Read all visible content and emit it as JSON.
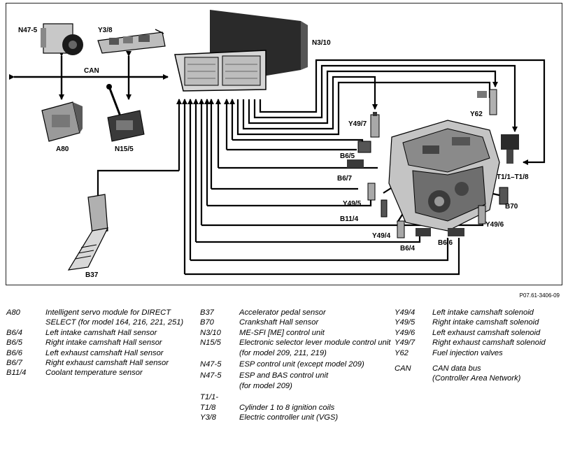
{
  "figure_ref": "P07.61-3406-09",
  "labels": {
    "n47_5": "N47-5",
    "y3_8": "Y3/8",
    "n3_10": "N3/10",
    "can": "CAN",
    "a80": "A80",
    "n15_5": "N15/5",
    "y49_7": "Y49/7",
    "y62": "Y62",
    "b6_5": "B6/5",
    "b6_7": "B6/7",
    "t1": "T1/1–T1/8",
    "y49_5": "Y49/5",
    "b70": "B70",
    "b11_4": "B11/4",
    "y49_6": "Y49/6",
    "y49_4": "Y49/4",
    "b6_4": "B6/4",
    "b6_6": "B6/6",
    "b37": "B37"
  },
  "legend": {
    "col1": [
      {
        "code": "A80",
        "desc": "Intelligent servo module for DIRECT SELECT (for model 164, 216, 221, 251)"
      },
      {
        "code": "B6/4",
        "desc": "Left intake camshaft Hall sensor"
      },
      {
        "code": "B6/5",
        "desc": "Right intake camshaft Hall sensor"
      },
      {
        "code": "B6/6",
        "desc": "Left exhaust camshaft Hall sensor"
      },
      {
        "code": "B6/7",
        "desc": "Right exhaust camshaft Hall sensor"
      },
      {
        "code": "B11/4",
        "desc": "Coolant temperature sensor"
      }
    ],
    "col2": [
      {
        "code": "B37",
        "desc": "Accelerator pedal sensor"
      },
      {
        "code": "B70",
        "desc": "Crankshaft Hall sensor"
      },
      {
        "code": "N3/10",
        "desc": "ME-SFI [ME] control unit"
      },
      {
        "code": "N15/5",
        "desc": "Electronic selector lever module control unit",
        "desc2": "(for model 209, 211, 219)"
      },
      {
        "code": "N47-5",
        "desc": "ESP control unit (except model 209)"
      },
      {
        "code": "N47-5",
        "desc": "ESP and BAS control unit",
        "desc2": "(for model 209)"
      },
      {
        "code": "T1/1-",
        "desc": ""
      },
      {
        "code": "T1/8",
        "desc": "Cylinder 1 to 8 ignition coils"
      },
      {
        "code": "Y3/8",
        "desc": "Electric controller unit (VGS)"
      }
    ],
    "col3": [
      {
        "code": "Y49/4",
        "desc": "Left intake camshaft solenoid"
      },
      {
        "code": "Y49/5",
        "desc": "Right intake camshaft solenoid"
      },
      {
        "code": "Y49/6",
        "desc": "Left exhaust camshaft solenoid"
      },
      {
        "code": "Y49/7",
        "desc": "Right exhaust camshaft solenoid"
      },
      {
        "code": "Y62",
        "desc": "Fuel injection valves"
      },
      {
        "code": "CAN",
        "desc": "CAN data bus",
        "desc2": "(Controller Area Network)"
      }
    ]
  }
}
